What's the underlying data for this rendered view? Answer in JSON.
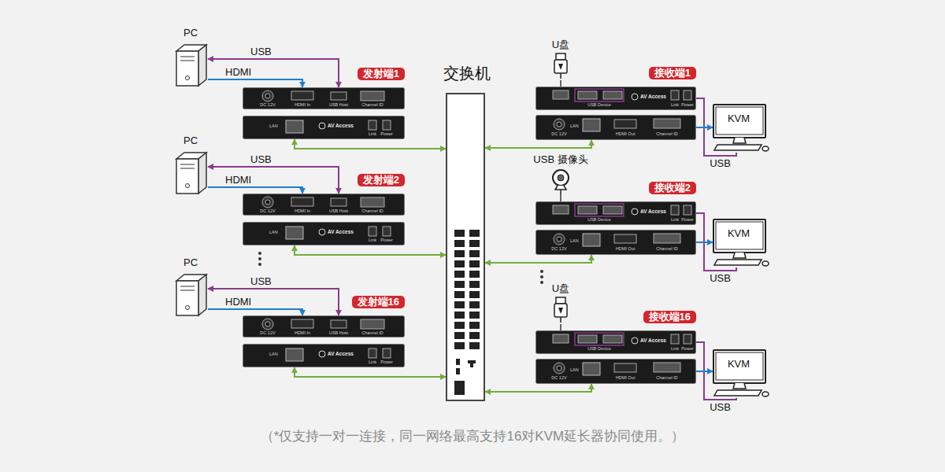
{
  "diagram": {
    "caption": "（*仅支持一对一连接，同一网络最高支持16对KVM延长器协同使用。）",
    "nodes": [
      {
        "text": [
          "PC"
        ]
      },
      {
        "text": [
          "发射端1",
          "DC 12V",
          "HDMI In",
          "USB Host",
          "Channel ID"
        ]
      },
      {
        "text": [
          "LAN",
          "AV Access",
          "Link",
          "Power"
        ]
      },
      {
        "text": [
          "PC"
        ]
      },
      {
        "text": [
          "发射端2",
          "DC 12V",
          "HDMI In",
          "USB Host",
          "Channel ID"
        ]
      },
      {
        "text": [
          "LAN",
          "AV Access",
          "Link",
          "Power"
        ]
      },
      {
        "text": [
          "PC"
        ]
      },
      {
        "text": [
          "发射端16",
          "DC 12V",
          "HDMI In",
          "USB Host",
          "Channel ID"
        ]
      },
      {
        "text": [
          "LAN",
          "AV Access",
          "Link",
          "Power"
        ]
      },
      {
        "text": [
          "交换机"
        ]
      },
      {
        "text": [
          "U盘"
        ]
      },
      {
        "text": [
          "接收端1",
          "USB Device",
          "AV Access",
          "Link",
          "Power"
        ]
      },
      {
        "text": [
          "DC 12V",
          "LAN",
          "HDMI Out",
          "Channel ID"
        ]
      },
      {
        "text": [
          "KVM"
        ]
      },
      {
        "text": [
          "USB 摄像头"
        ]
      },
      {
        "text": [
          "接收端2",
          "USB Device",
          "AV Access",
          "Link",
          "Power"
        ]
      },
      {
        "text": [
          "DC 12V",
          "LAN",
          "HDMI Out",
          "Channel ID"
        ]
      },
      {
        "text": [
          "KVM"
        ]
      },
      {
        "text": [
          "U盘"
        ]
      },
      {
        "text": [
          "接收端16",
          "USB Device",
          "AV Access",
          "Link",
          "Power"
        ]
      },
      {
        "text": [
          "DC 12V",
          "LAN",
          "HDMI Out",
          "Channel ID"
        ]
      },
      {
        "text": [
          "KVM"
        ]
      }
    ],
    "edges": [
      {
        "from": 0,
        "to": 1,
        "arrow": "both",
        "label": "USB"
      },
      {
        "from": 0,
        "to": 1,
        "arrow": "to",
        "label": "HDMI"
      },
      {
        "from": 2,
        "to": 9,
        "arrow": "both"
      },
      {
        "from": 3,
        "to": 4,
        "arrow": "both",
        "label": "USB"
      },
      {
        "from": 3,
        "to": 4,
        "arrow": "to",
        "label": "HDMI"
      },
      {
        "from": 5,
        "to": 9,
        "arrow": "both"
      },
      {
        "from": 6,
        "to": 7,
        "arrow": "both",
        "label": "USB"
      },
      {
        "from": 6,
        "to": 7,
        "arrow": "to",
        "label": "HDMI"
      },
      {
        "from": 8,
        "to": 9,
        "arrow": "both"
      },
      {
        "from": 9,
        "to": 12,
        "arrow": "both"
      },
      {
        "from": 10,
        "to": 11,
        "arrow": "none"
      },
      {
        "from": 11,
        "to": 13,
        "arrow": "none",
        "label": "USB"
      },
      {
        "from": 12,
        "to": 13,
        "arrow": "to"
      },
      {
        "from": 9,
        "to": 16,
        "arrow": "both"
      },
      {
        "from": 14,
        "to": 15,
        "arrow": "none"
      },
      {
        "from": 15,
        "to": 17,
        "arrow": "none",
        "label": "USB"
      },
      {
        "from": 16,
        "to": 17,
        "arrow": "to"
      },
      {
        "from": 9,
        "to": 20,
        "arrow": "both"
      },
      {
        "from": 18,
        "to": 19,
        "arrow": "none"
      },
      {
        "from": 19,
        "to": 21,
        "arrow": "none",
        "label": "USB"
      },
      {
        "from": 20,
        "to": 21,
        "arrow": "to"
      }
    ]
  }
}
